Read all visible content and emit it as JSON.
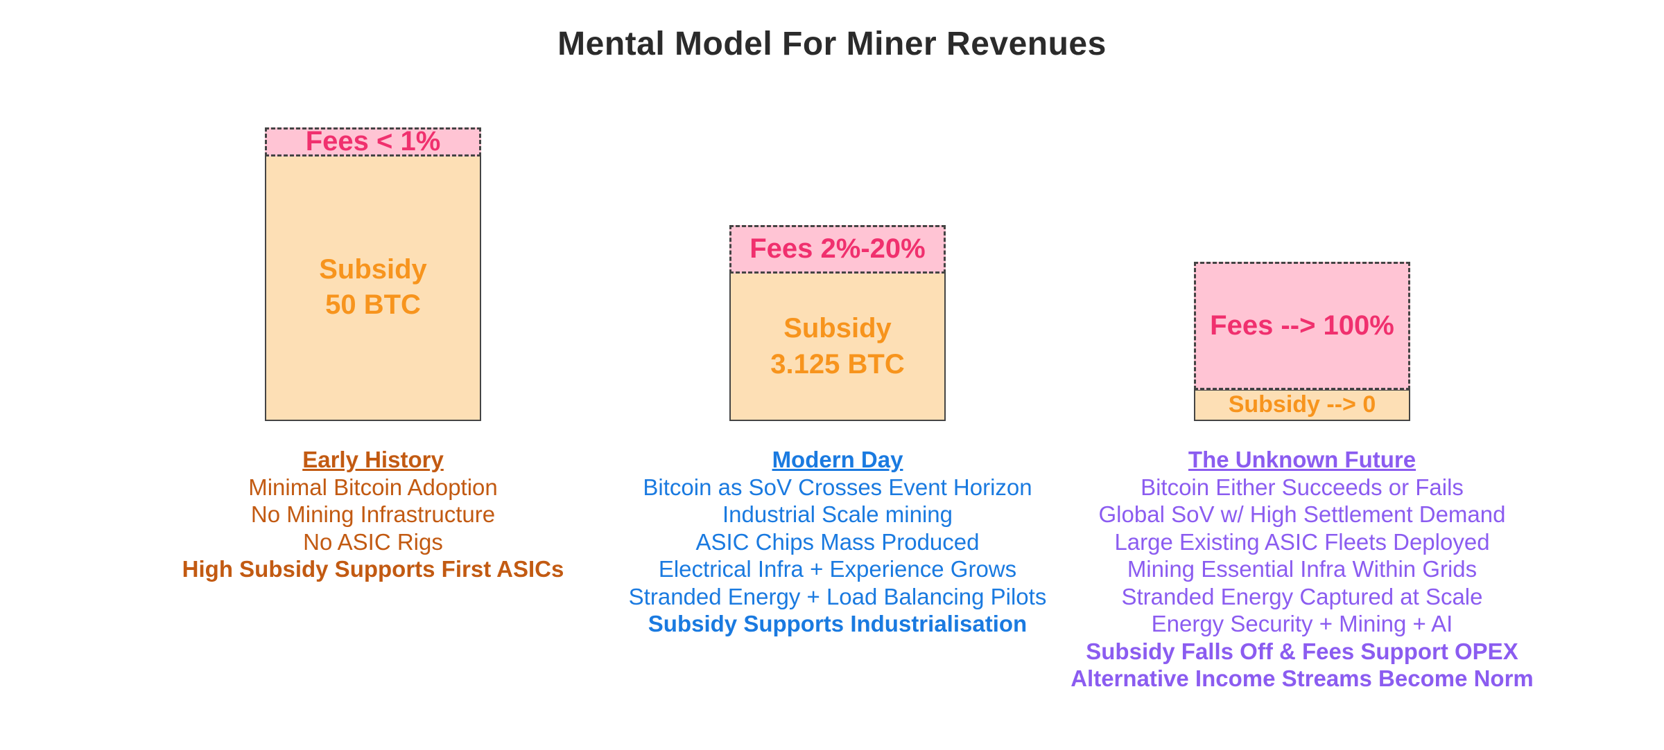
{
  "title": "Mental Model For Miner Revenues",
  "colors": {
    "subsidy_fill": "#fddfb5",
    "subsidy_text": "#f7941d",
    "fees_fill": "#ffc4d4",
    "fees_text": "#f0306e",
    "early_history": "#c25a12",
    "modern_day": "#1a7ae0",
    "unknown_future": "#8b5cf0"
  },
  "stages": [
    {
      "fees_label": "Fees < 1%",
      "subsidy_label_1": "Subsidy",
      "subsidy_label_2": "50 BTC",
      "heading": "Early History",
      "items": [
        "Minimal Bitcoin Adoption",
        "No Mining Infrastructure",
        "No ASIC Rigs"
      ],
      "bold_items": [
        "High Subsidy Supports First ASICs"
      ]
    },
    {
      "fees_label": "Fees 2%-20%",
      "subsidy_label_1": "Subsidy",
      "subsidy_label_2": "3.125 BTC",
      "heading": "Modern Day",
      "items": [
        "Bitcoin as SoV Crosses Event Horizon",
        "Industrial Scale mining",
        "ASIC Chips Mass Produced",
        "Electrical Infra + Experience Grows",
        "Stranded Energy + Load Balancing Pilots"
      ],
      "bold_items": [
        "Subsidy Supports Industrialisation"
      ]
    },
    {
      "fees_label": "Fees --> 100%",
      "subsidy_label_1": "Subsidy --> 0",
      "heading": "The Unknown Future",
      "items": [
        "Bitcoin Either Succeeds or Fails",
        "Global SoV w/ High Settlement Demand",
        "Large Existing ASIC Fleets Deployed",
        "Mining Essential Infra Within Grids",
        "Stranded Energy Captured at Scale",
        "Energy Security + Mining + AI"
      ],
      "bold_items": [
        "Subsidy Falls Off & Fees Support OPEX",
        "Alternative Income Streams Become Norm"
      ]
    }
  ]
}
